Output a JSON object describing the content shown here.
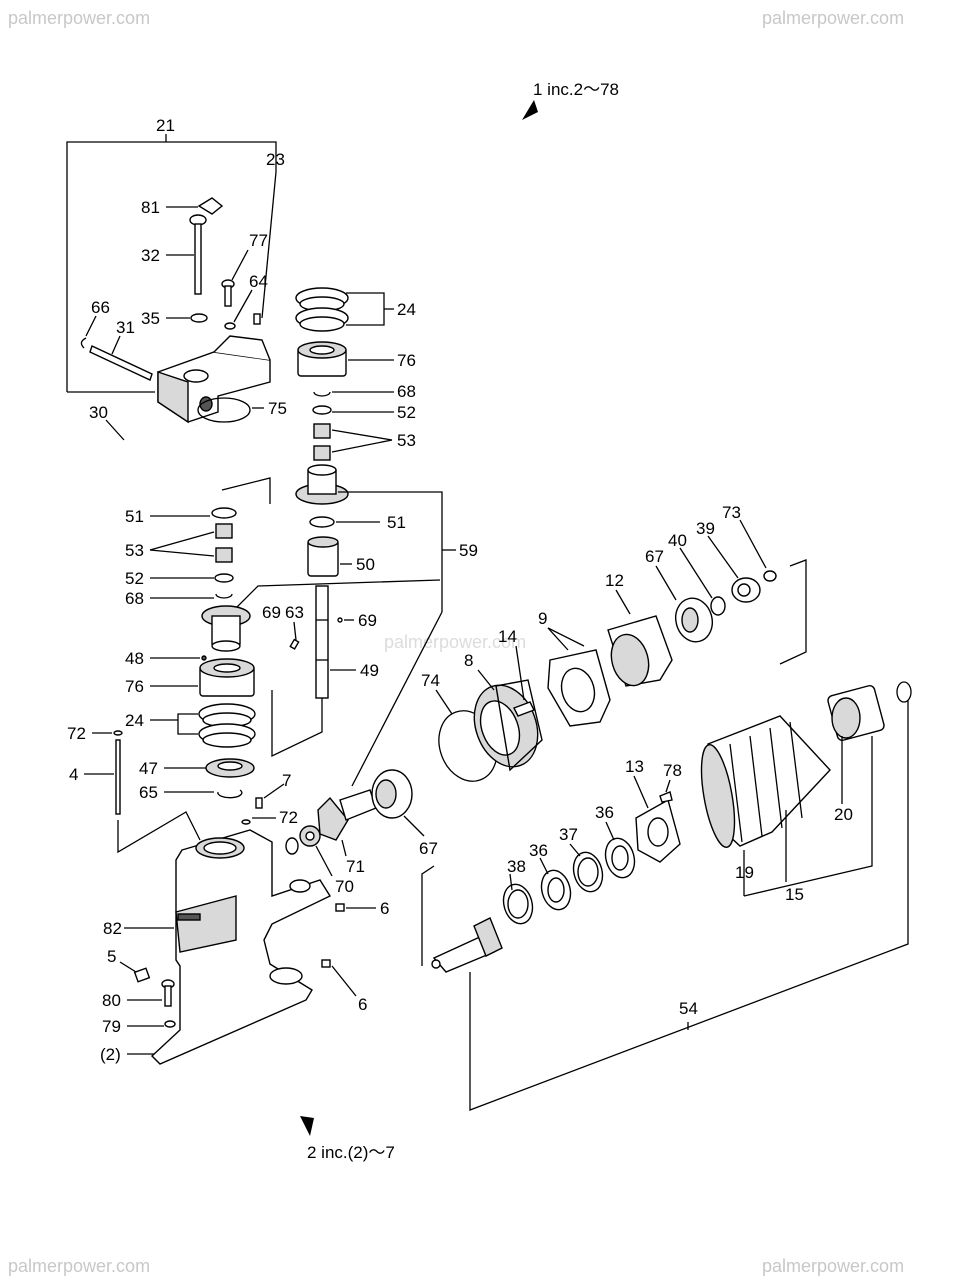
{
  "watermark": "palmerpower.com",
  "headers": {
    "assembly_1": "1 inc.2～78",
    "assembly_2": "2 inc.(2)～7"
  },
  "labels": {
    "p21": "21",
    "p23": "23",
    "p81": "81",
    "p77": "77",
    "p32": "32",
    "p64": "64",
    "p35": "35",
    "p66": "66",
    "p31": "31",
    "p30": "30",
    "p75": "75",
    "p24a": "24",
    "p76a": "76",
    "p68a": "68",
    "p52a": "52",
    "p53a": "53",
    "p51a": "51",
    "p59": "59",
    "p50": "50",
    "p69a": "69",
    "p63": "63",
    "p69b": "69",
    "p49": "49",
    "p51b": "51",
    "p53b": "53",
    "p52b": "52",
    "p68b": "68",
    "p48": "48",
    "p76b": "76",
    "p24b": "24",
    "p72a": "72",
    "p4": "4",
    "p47": "47",
    "p65": "65",
    "p7": "7",
    "p72b": "72",
    "p71": "71",
    "p70": "70",
    "p6a": "6",
    "p82": "82",
    "p5": "5",
    "p80": "80",
    "p79": "79",
    "p2": "(2)",
    "p6b": "6",
    "p14": "14",
    "p8": "8",
    "p74": "74",
    "p9": "9",
    "p12": "12",
    "p67a": "67",
    "p40": "40",
    "p39": "39",
    "p73": "73",
    "p67b": "67",
    "p13": "13",
    "p78": "78",
    "p36a": "36",
    "p37": "37",
    "p36b": "36",
    "p38": "38",
    "p19": "19",
    "p15": "15",
    "p20": "20",
    "p54": "54"
  }
}
